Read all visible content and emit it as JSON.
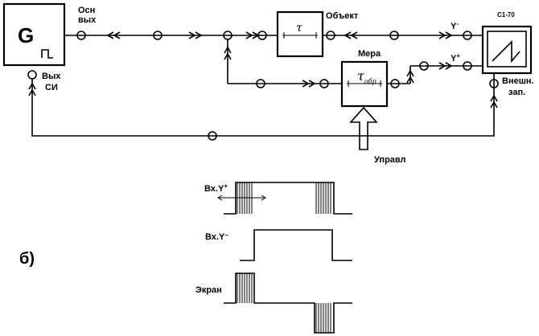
{
  "diagram_a": {
    "generator": {
      "symbol": "G",
      "pulse_glyph": "⎍"
    },
    "outputs": {
      "main_line1": "Осн",
      "main_line2": "вых",
      "sync_line1": "Вых",
      "sync_line2": "СИ"
    },
    "object": {
      "label": "Объект",
      "delay_symbol": "τ"
    },
    "measure": {
      "label": "Мера",
      "delay_symbol": "τ",
      "delay_subscript": "обр"
    },
    "control": {
      "label": "Управл"
    },
    "oscilloscope": {
      "model": "С1-70",
      "ext_line1": "Внешн.",
      "ext_line2": "зап."
    },
    "channels": {
      "y_minus": "Y",
      "y_minus_sup": "-",
      "y_plus": "Y",
      "y_plus_sup": "+"
    }
  },
  "diagram_b": {
    "section_label": "б)",
    "traces": {
      "in_y_plus": "Вх.Y",
      "in_y_plus_sup": "+",
      "in_y_minus": "Вх.Y",
      "in_y_minus_sup": "–",
      "screen": "Экран"
    }
  }
}
